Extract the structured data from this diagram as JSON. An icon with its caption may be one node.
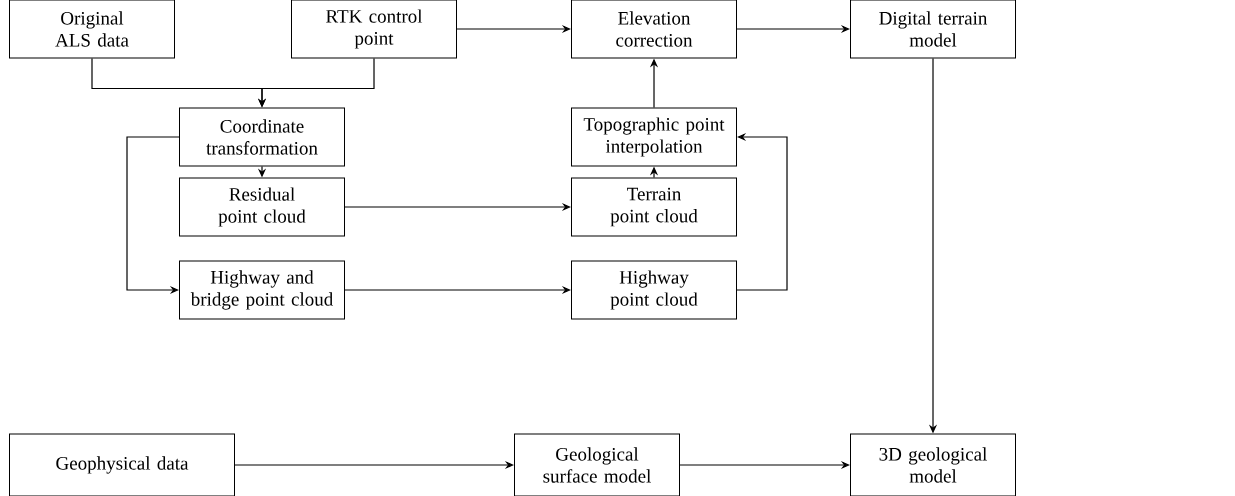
{
  "diagram": {
    "nodes": [
      {
        "text": [
          "Original ALS data"
        ]
      },
      {
        "text": [
          "RTK control point"
        ]
      },
      {
        "text": [
          "Elevation correction"
        ]
      },
      {
        "text": [
          "Digital terrain model"
        ]
      },
      {
        "text": [
          "Coordinate transformation"
        ]
      },
      {
        "text": [
          "Topographic point interpolation"
        ]
      },
      {
        "text": [
          "Residual point cloud"
        ]
      },
      {
        "text": [
          "Terrain point cloud"
        ]
      },
      {
        "text": [
          "Highway and bridge point cloud"
        ]
      },
      {
        "text": [
          "Highway point cloud"
        ]
      },
      {
        "text": [
          "Geophysical data"
        ]
      },
      {
        "text": [
          "Geological surface model"
        ]
      },
      {
        "text": [
          "3D geological model"
        ]
      }
    ],
    "edges": [
      {
        "from": 0,
        "to": 4,
        "arrow": "to"
      },
      {
        "from": 1,
        "to": 4,
        "arrow": "to"
      },
      {
        "from": 1,
        "to": 2,
        "arrow": "to"
      },
      {
        "from": 2,
        "to": 3,
        "arrow": "to"
      },
      {
        "from": 4,
        "to": 6,
        "arrow": "to"
      },
      {
        "from": 4,
        "to": 8,
        "arrow": "to"
      },
      {
        "from": 6,
        "to": 7,
        "arrow": "to"
      },
      {
        "from": 8,
        "to": 9,
        "arrow": "to"
      },
      {
        "from": 9,
        "to": 5,
        "arrow": "to"
      },
      {
        "from": 7,
        "to": 5,
        "arrow": "to"
      },
      {
        "from": 5,
        "to": 2,
        "arrow": "to"
      },
      {
        "from": 3,
        "to": 12,
        "arrow": "to"
      },
      {
        "from": 10,
        "to": 11,
        "arrow": "to"
      },
      {
        "from": 11,
        "to": 12,
        "arrow": "to"
      }
    ]
  }
}
